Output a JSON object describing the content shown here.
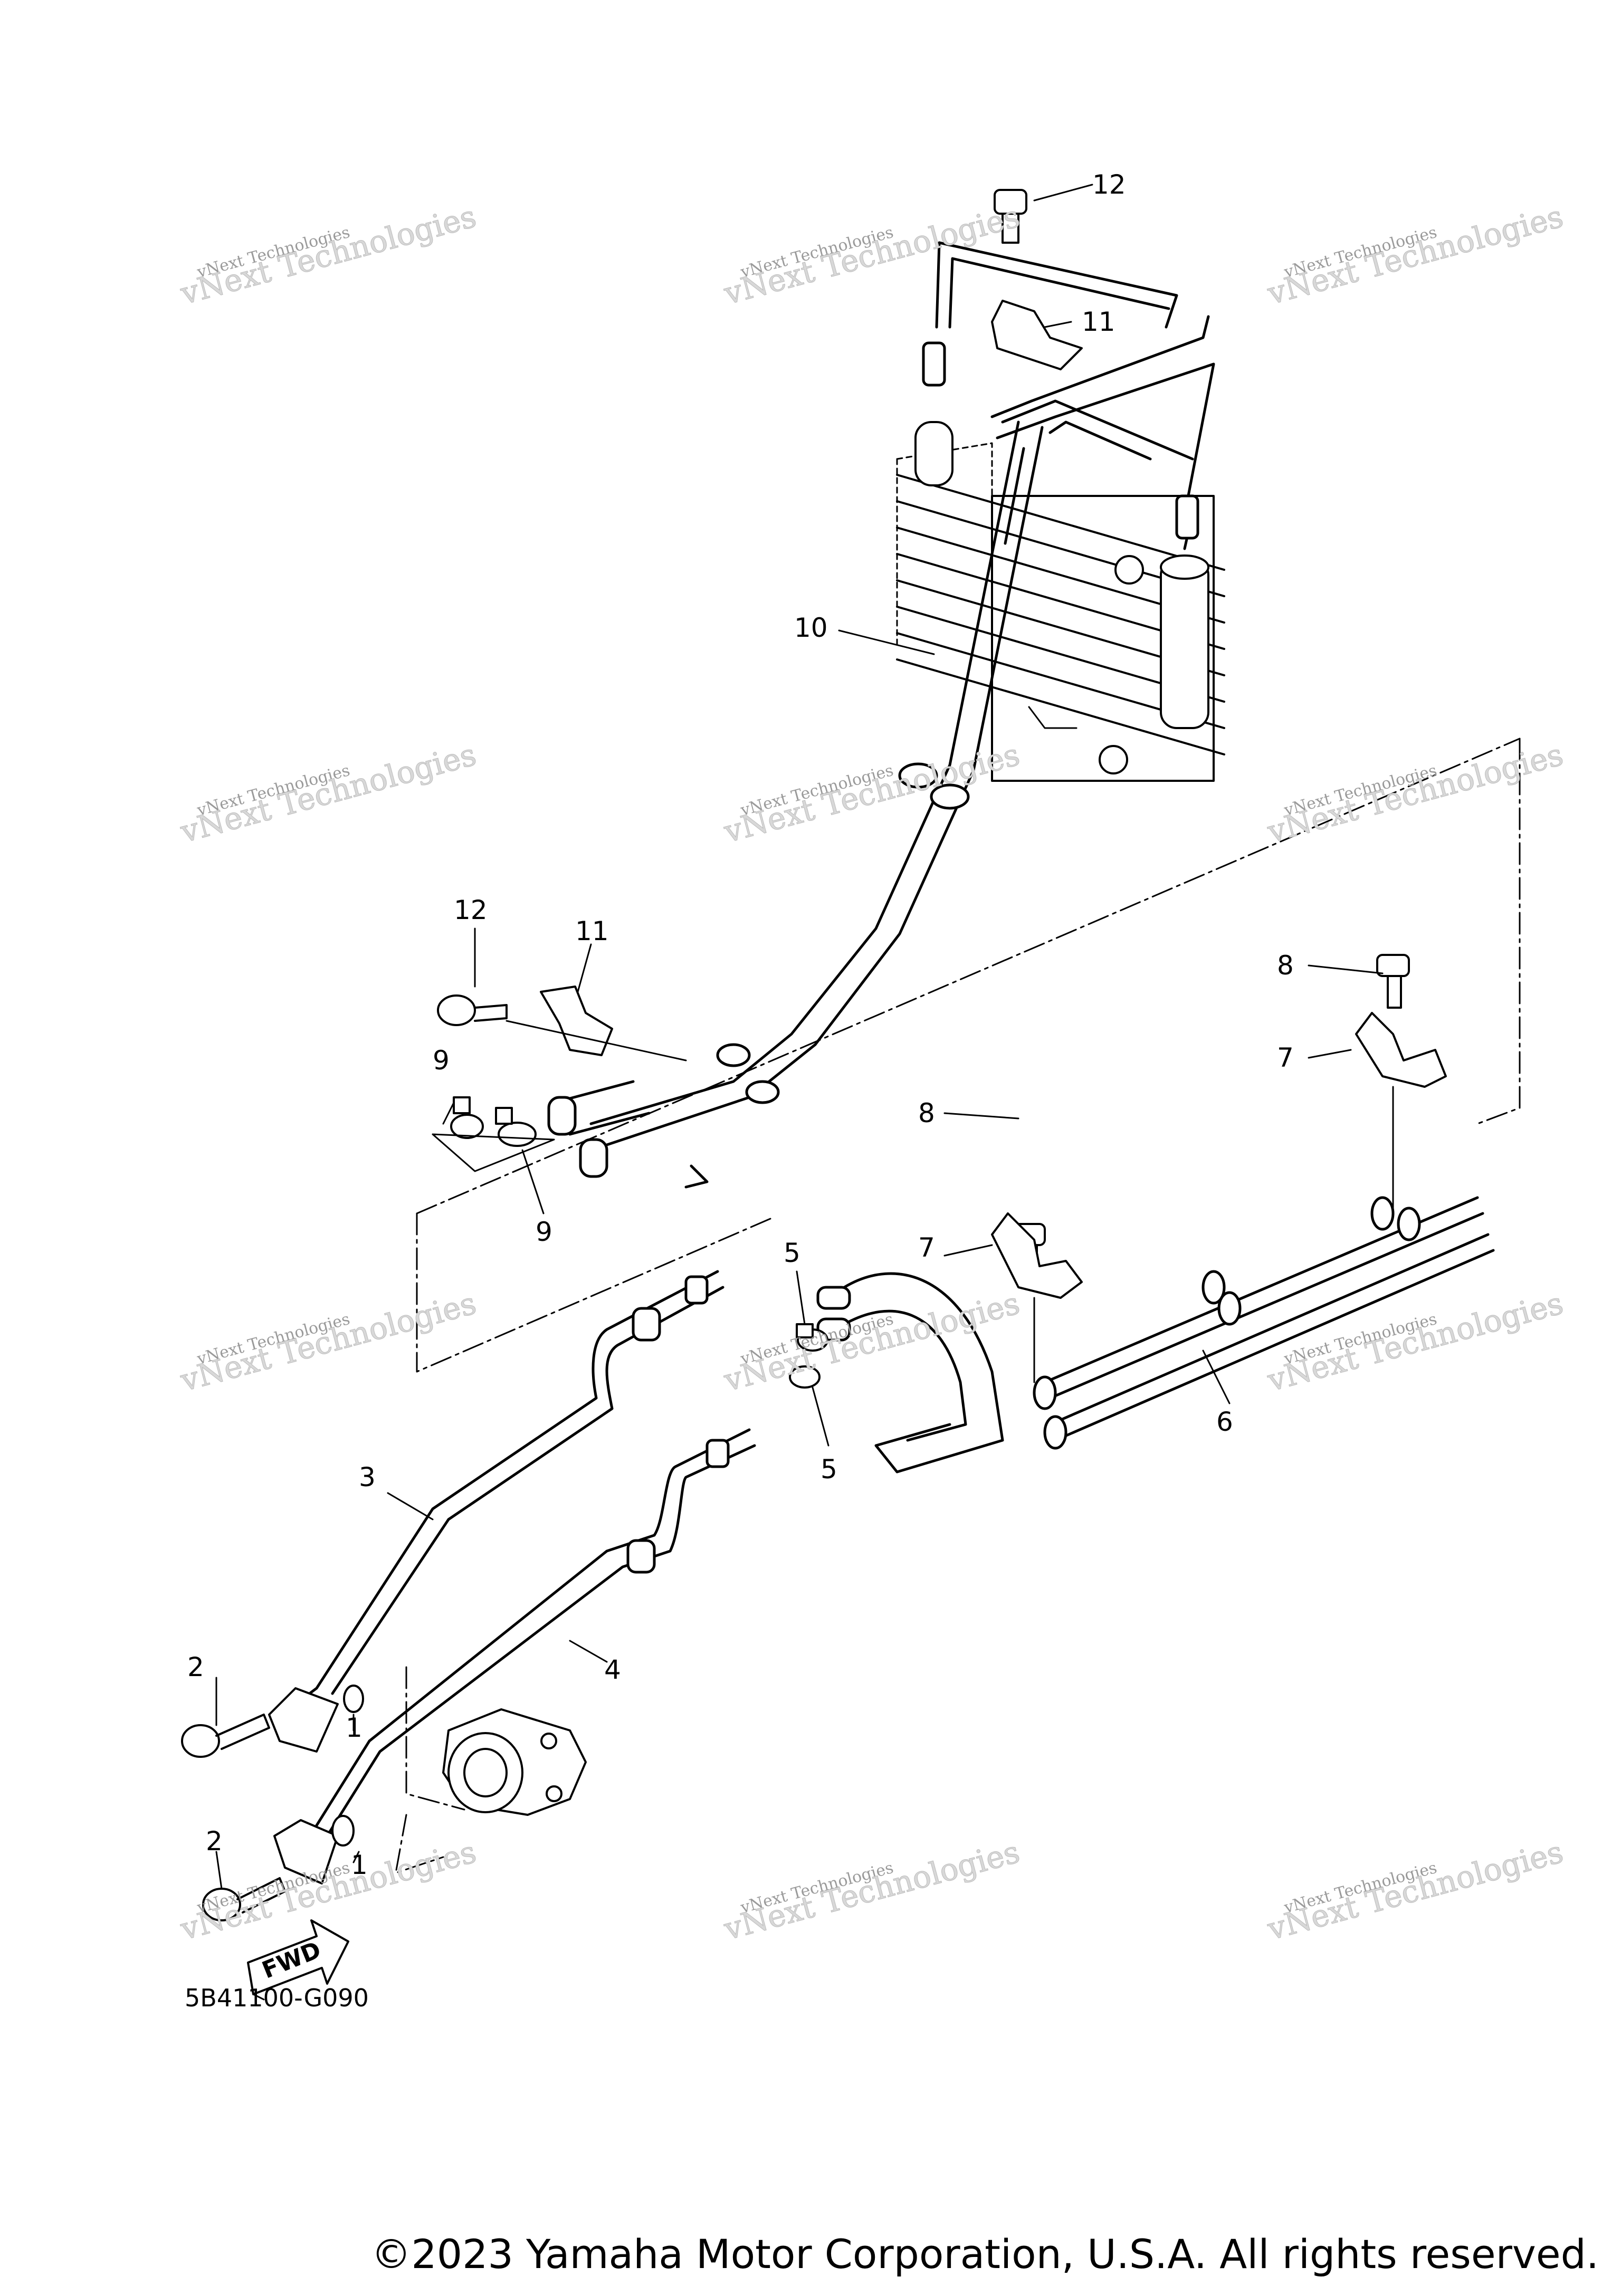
{
  "drawing_code": "5B41100-G090",
  "copyright": "©2023 Yamaha Motor Corporation, U.S.A. All rights reserved.",
  "fwd_label": "FWD",
  "watermark": {
    "line1": "vNext Technologies",
    "line2": "vNext Technologies"
  },
  "callouts": [
    "12",
    "11",
    "10",
    "12",
    "11",
    "9",
    "9",
    "8",
    "7",
    "8",
    "7",
    "5",
    "5",
    "6",
    "3",
    "4",
    "2",
    "1",
    "2",
    "1"
  ],
  "colors": {
    "line": "#000000",
    "watermark": "#c8c8c8",
    "background": "#ffffff"
  }
}
